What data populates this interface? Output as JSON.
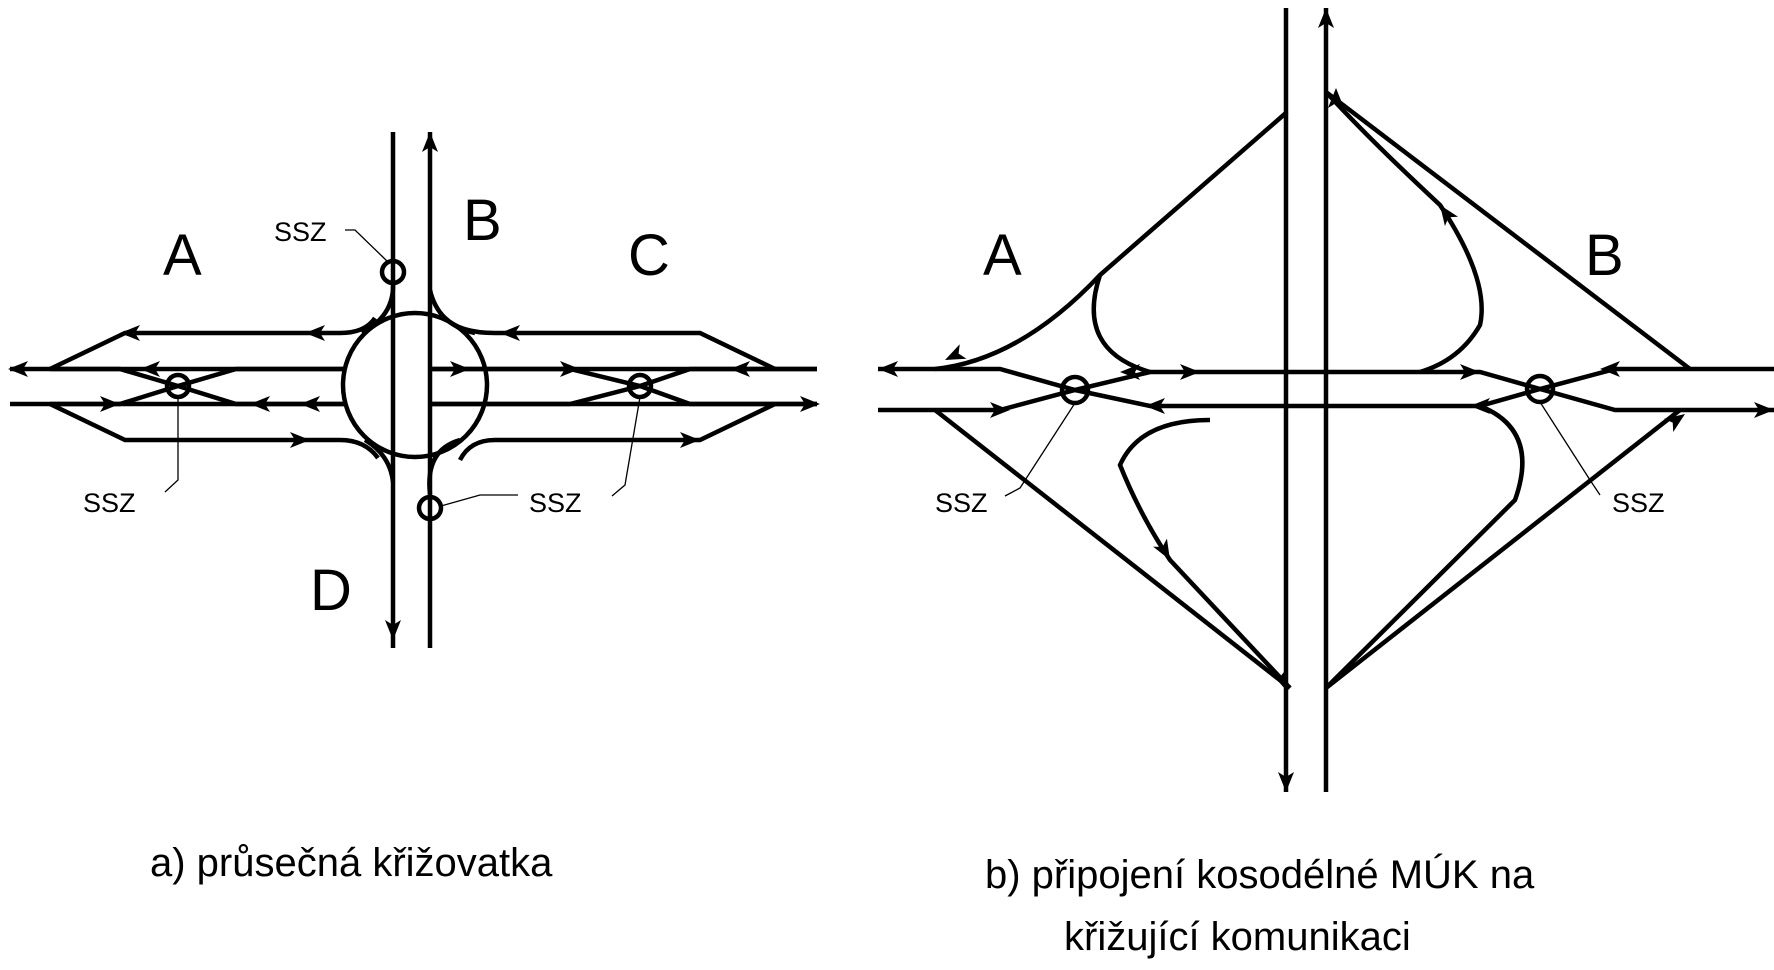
{
  "diagram_a": {
    "labels": {
      "A": "A",
      "B": "B",
      "C": "C",
      "D": "D"
    },
    "signal_label": "SSZ",
    "caption": "a) průsečná křižovatka"
  },
  "diagram_b": {
    "labels": {
      "A": "A",
      "B": "B"
    },
    "signal_label": "SSZ",
    "caption_line1": "b)   připojení kosodélné MÚK na",
    "caption_line2": "křižující komunikaci"
  }
}
